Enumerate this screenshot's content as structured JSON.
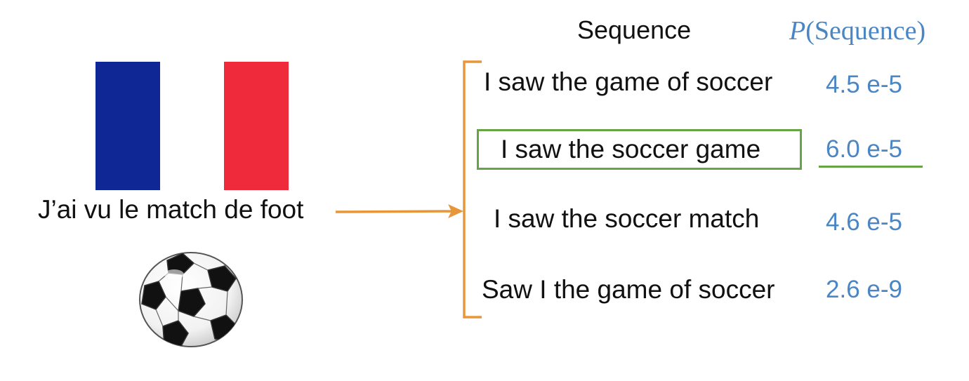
{
  "source": {
    "sentence": "J’ai vu le match de foot",
    "flag_colors": [
      "#0f2794",
      "#ffffff",
      "#ef2b3b"
    ],
    "ball_icon": "soccer-ball-icon"
  },
  "headers": {
    "sequence": "Sequence",
    "probability_letter": "P",
    "probability_arg": "(Sequence)"
  },
  "candidates": [
    {
      "text": "I saw the game of soccer",
      "prob": "4.5 e-5",
      "selected": false
    },
    {
      "text": "I saw the soccer game",
      "prob": "6.0 e-5",
      "selected": true
    },
    {
      "text": "I saw the soccer match",
      "prob": "4.6 e-5",
      "selected": false
    },
    {
      "text": "Saw I the game of soccer",
      "prob": "2.6 e-9",
      "selected": false
    }
  ],
  "colors": {
    "arrow": "#e8963a",
    "bracket": "#e8963a",
    "highlight": "#66a446",
    "probability": "#4a86c4"
  }
}
